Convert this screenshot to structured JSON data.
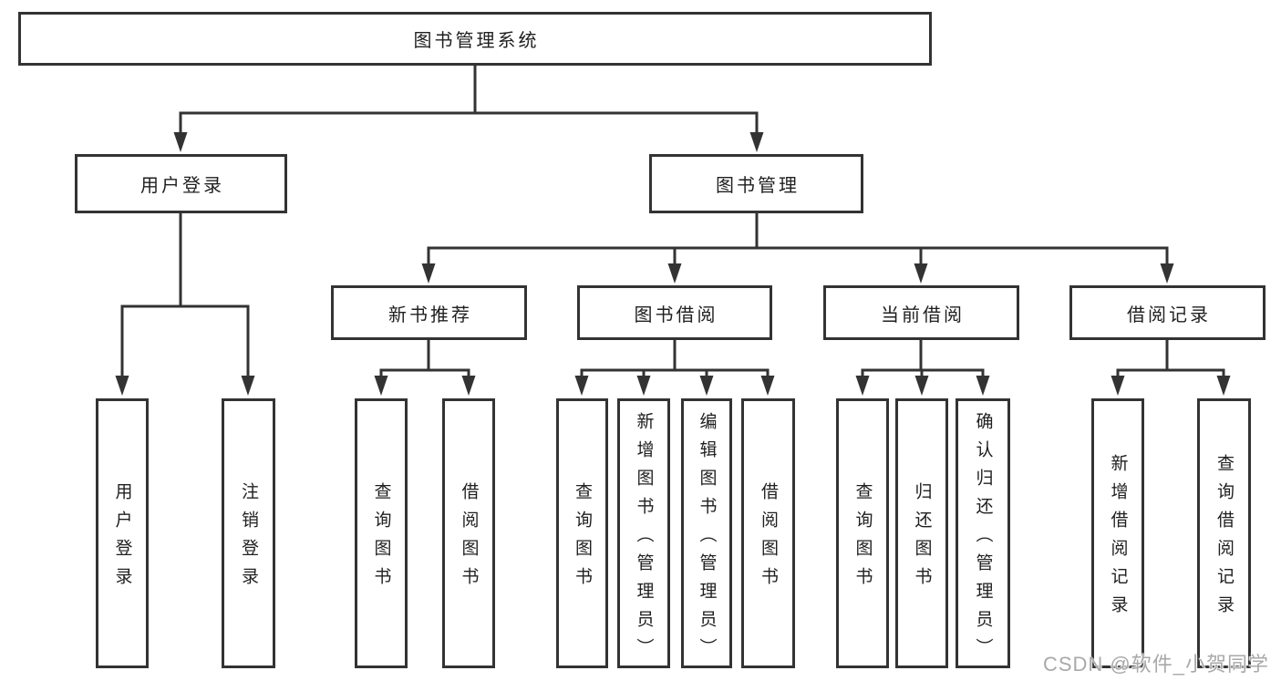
{
  "diagram_title": "图书管理系统",
  "tree": {
    "root": {
      "label": "图书管理系统"
    },
    "branches": [
      {
        "label": "用户登录",
        "leaves": [
          "用户登录",
          "注销登录"
        ]
      },
      {
        "label": "图书管理",
        "groups": [
          {
            "label": "新书推荐",
            "leaves": [
              "查询图书",
              "借阅图书"
            ]
          },
          {
            "label": "图书借阅",
            "leaves": [
              "查询图书",
              "新增图书（管理员）",
              "编辑图书（管理员）",
              "借阅图书"
            ]
          },
          {
            "label": "当前借阅",
            "leaves": [
              "查询图书",
              "归还图书",
              "确认归还（管理员）"
            ]
          },
          {
            "label": "借阅记录",
            "leaves": [
              "新增借阅记录",
              "查询借阅记录"
            ]
          }
        ]
      }
    ]
  },
  "watermark": "CSDN @软件_小贺同学",
  "colors": {
    "line": "#333333",
    "text": "#1f1f1f",
    "watermark": "#a9a9a9",
    "background": "#ffffff"
  }
}
